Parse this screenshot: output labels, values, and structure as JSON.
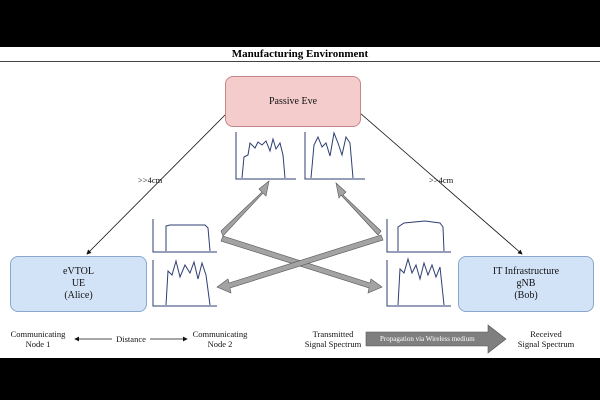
{
  "title": "Manufacturing Environment",
  "nodes": {
    "eve": {
      "line1": "Passive Eve"
    },
    "alice": {
      "line1": "eVTOL",
      "line2": "UE",
      "line3": "(Alice)"
    },
    "bob": {
      "line1": "IT Infrastructure",
      "line2": "gNB",
      "line3": "(Bob)"
    }
  },
  "distance_labels": {
    "left": ">>4cm",
    "right": ">>4cm"
  },
  "legend": {
    "node1": {
      "line1": "Communicating",
      "line2": "Node 1"
    },
    "distance": "Distance",
    "node2": {
      "line1": "Communicating",
      "line2": "Node 2"
    },
    "transmitted": {
      "line1": "Transmitted",
      "line2": "Signal Spectrum"
    },
    "propagation": "Propagation via Wireless medium",
    "received": {
      "line1": "Received",
      "line2": "Signal Spectrum"
    }
  },
  "colors": {
    "eve_fill": "#f4cccc",
    "node_fill": "#d3e3f7",
    "signal_line": "#2f3e73",
    "arrow_gray": "#a3a3a3"
  }
}
